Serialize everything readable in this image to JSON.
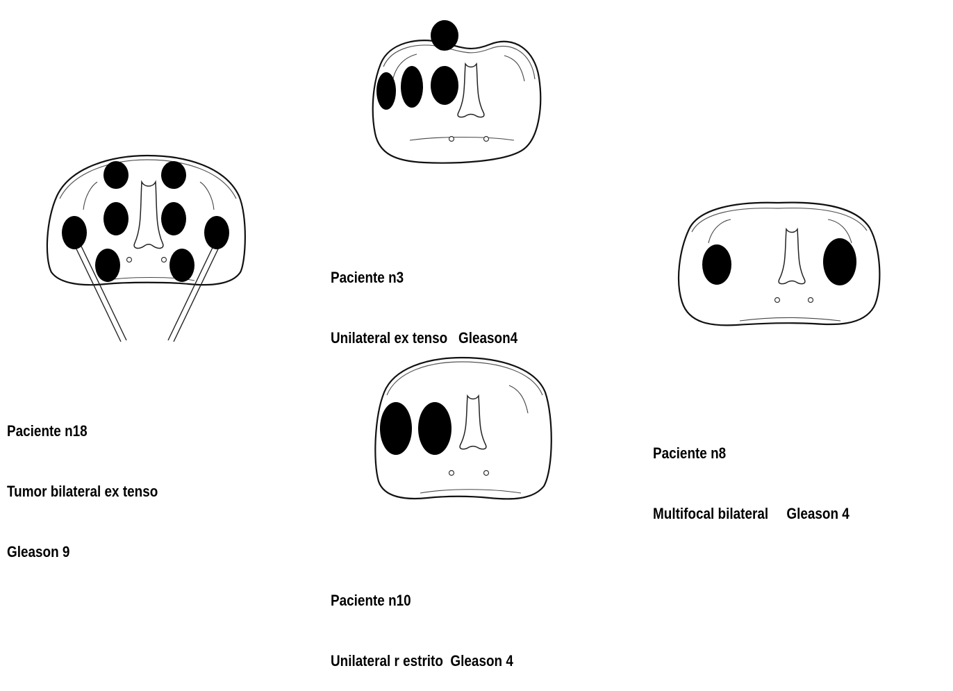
{
  "patients": [
    {
      "id": "n18",
      "lines": [
        "Paciente n18",
        "Tumor bilateral ex tenso",
        "Gleason 9"
      ]
    },
    {
      "id": "n3",
      "lines": [
        "Paciente n3",
        "Unilateral ex tenso   Gleason4"
      ]
    },
    {
      "id": "n8",
      "lines": [
        "Paciente n8",
        "Multifocal bilateral     Gleason 4"
      ]
    },
    {
      "id": "n10",
      "lines": [
        "Paciente n10",
        "Unilateral r estrito  Gleason 4"
      ]
    }
  ],
  "colors": {
    "tumor": "#000000",
    "outline": "#111111",
    "background": "#ffffff"
  }
}
